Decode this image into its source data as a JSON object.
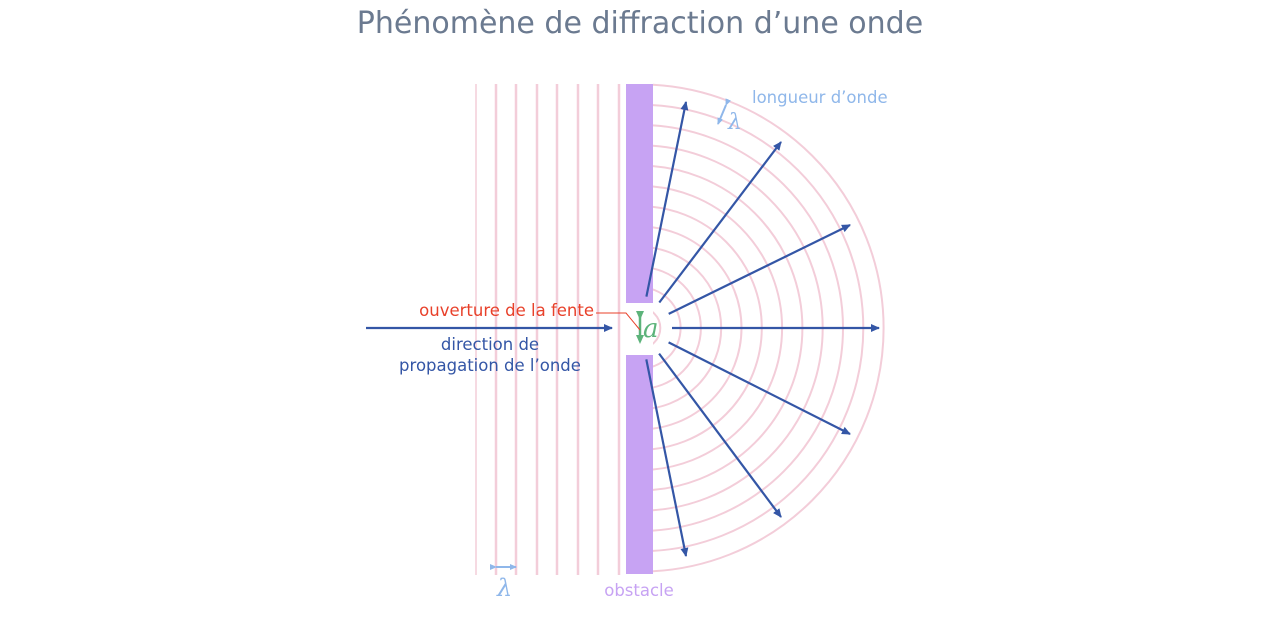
{
  "title": "Phénomène de diffraction d’une onde",
  "labels": {
    "wavelength_top": "longueur d’onde",
    "lambda_symbol": "λ",
    "slit_opening": "ouverture de la fente",
    "slit_symbol": "a",
    "direction_line1": "direction de",
    "direction_line2": "propagation de l’onde",
    "obstacle": "obstacle"
  },
  "colors": {
    "title": "#6b7a90",
    "wavefront": "#f3cdd9",
    "obstacle": "#c7a3f3",
    "arrow": "#3456a6",
    "slit_arrow": "#5cb37a",
    "slit_label": "#e8402a",
    "lambda_marker": "#8fb7ea"
  }
}
